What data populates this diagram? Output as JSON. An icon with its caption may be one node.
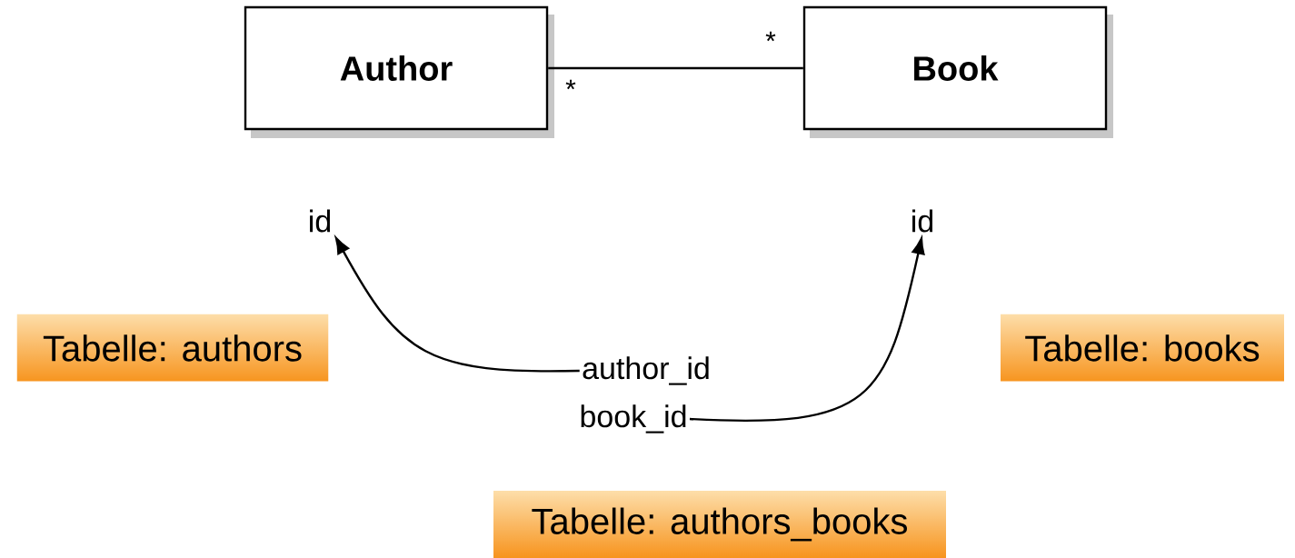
{
  "diagram": {
    "nodes": [
      {
        "text": [
          "Author"
        ]
      },
      {
        "text": [
          "Book"
        ]
      },
      {
        "text": [
          "id"
        ]
      },
      {
        "text": [
          "id"
        ]
      },
      {
        "text": [
          "author_id"
        ]
      },
      {
        "text": [
          "book_id"
        ]
      },
      {
        "text": [
          "Tabelle: authors"
        ]
      },
      {
        "text": [
          "Tabelle: books"
        ]
      },
      {
        "text": [
          "Tabelle: authors_books"
        ]
      }
    ],
    "edges": [
      {
        "from": 0,
        "to": 1,
        "arrow": "none"
      },
      {
        "from": 4,
        "to": 2,
        "arrow": "to"
      },
      {
        "from": 5,
        "to": 3,
        "arrow": "to"
      }
    ],
    "labels": [
      "*",
      "*"
    ]
  }
}
